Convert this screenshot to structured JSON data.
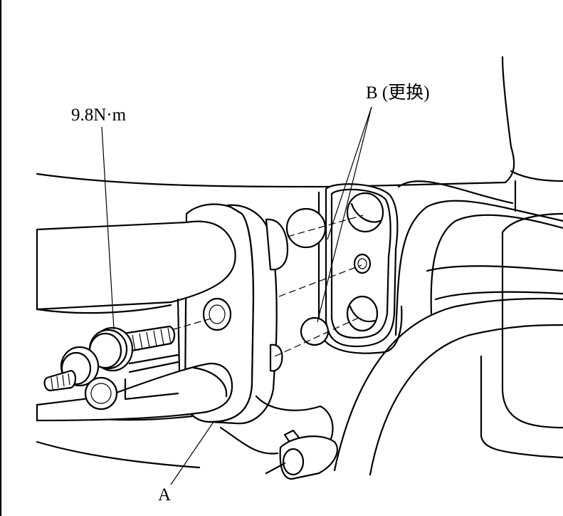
{
  "labels": {
    "b_replace": "B (更换)",
    "torque": "9.8N·m",
    "a": "A"
  },
  "colors": {
    "line": "#000000",
    "background": "#ffffff"
  }
}
